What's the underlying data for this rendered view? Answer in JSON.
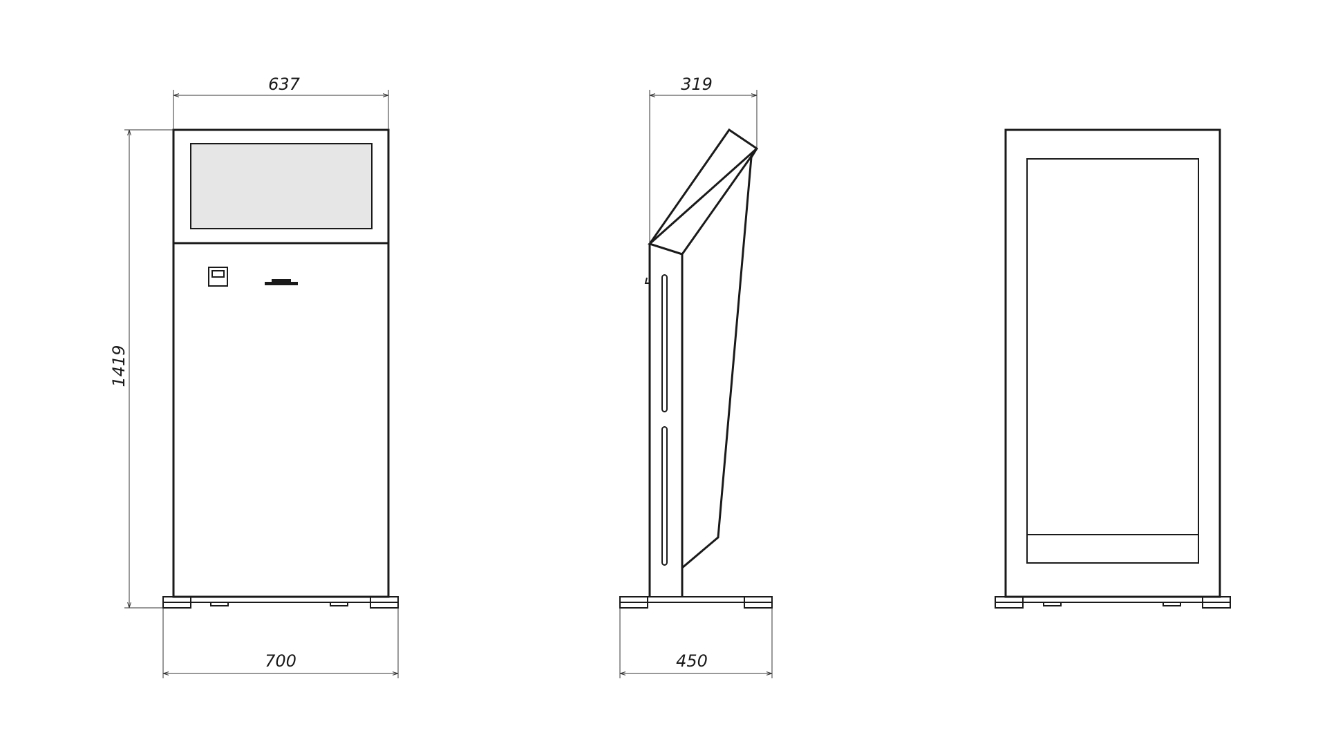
{
  "dimensions": {
    "front_width": "637",
    "front_height": "1419",
    "front_base_width": "700",
    "side_depth": "319",
    "side_base_depth": "450"
  },
  "colors": {
    "line": "#1a1a1a",
    "screen_fill": "#e6e6e6",
    "background": "#ffffff"
  }
}
